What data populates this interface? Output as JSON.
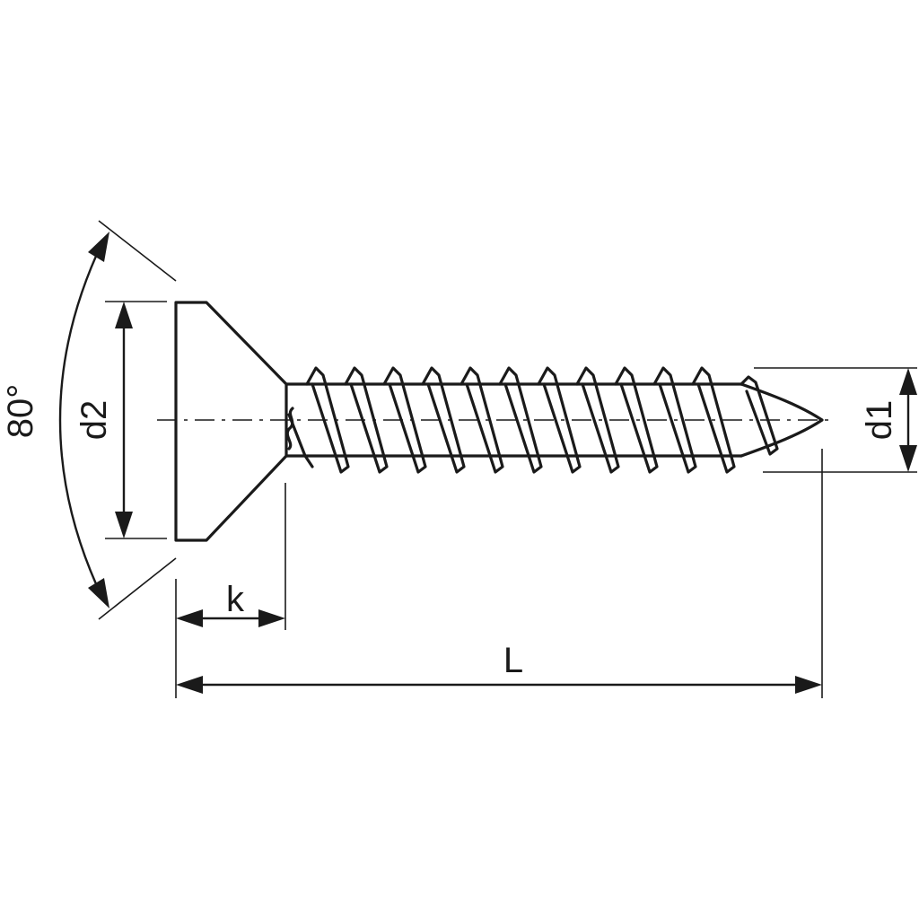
{
  "labels": {
    "angle": "80°",
    "head_diameter": "d2",
    "thread_diameter": "d1",
    "head_height": "k",
    "length": "L"
  }
}
